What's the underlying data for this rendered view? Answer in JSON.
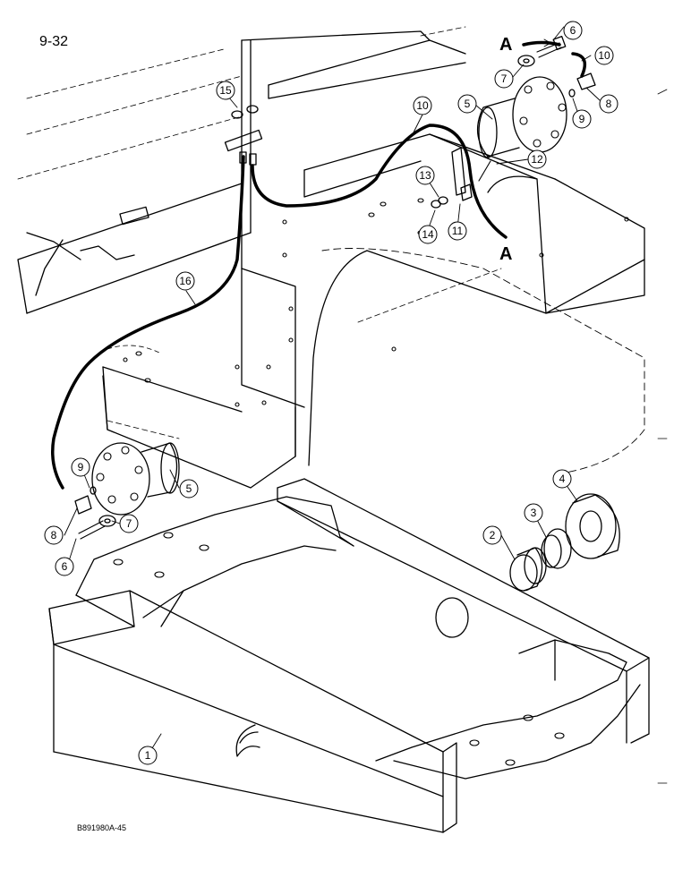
{
  "page_number": "9-32",
  "figure_code": "B891980A-45",
  "section_marker": "A",
  "callouts": {
    "c1": "1",
    "c2": "2",
    "c3": "3",
    "c4": "4",
    "c5a": "5",
    "c5b": "5",
    "c6a": "6",
    "c6b": "6",
    "c7a": "7",
    "c7b": "7",
    "c8a": "8",
    "c8b": "8",
    "c9a": "9",
    "c9b": "9",
    "c10a": "10",
    "c10b": "10",
    "c11": "11",
    "c12": "12",
    "c13": "13",
    "c14": "14",
    "c15": "15",
    "c16": "16"
  },
  "colors": {
    "ink": "#000000",
    "paper": "#ffffff"
  }
}
